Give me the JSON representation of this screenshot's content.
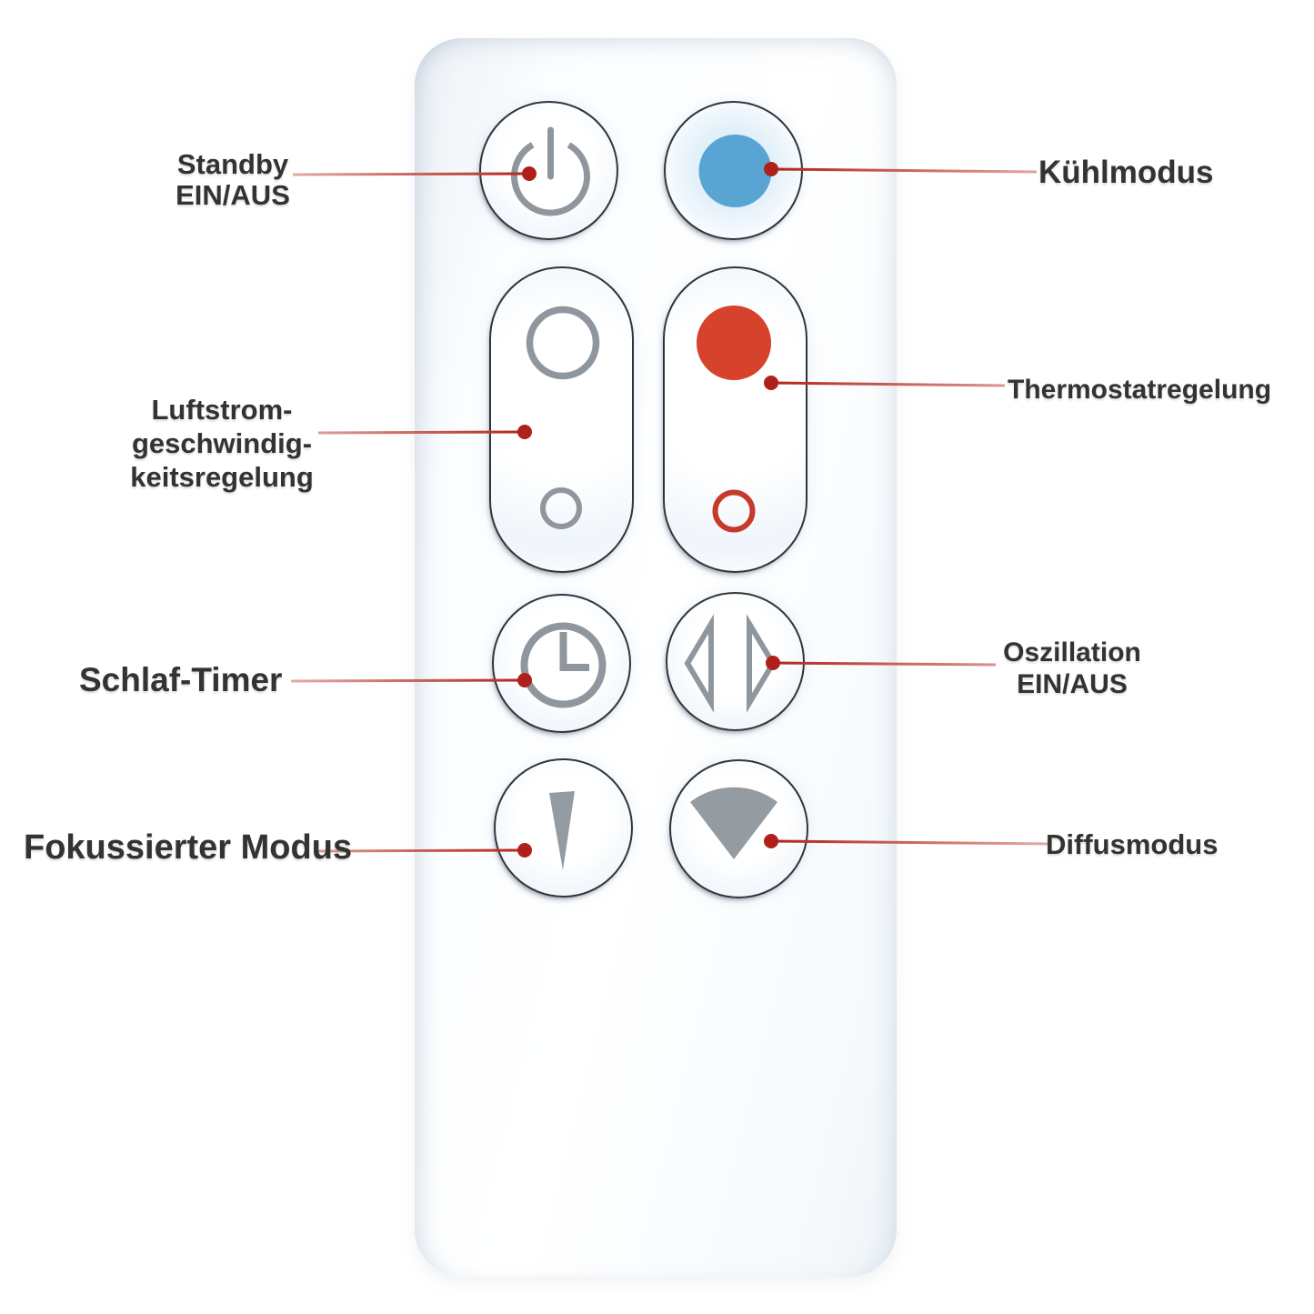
{
  "callouts": {
    "standby": {
      "line1": "Standby",
      "line2": "EIN/AUS"
    },
    "cool_mode": {
      "text": "Kühlmodus"
    },
    "airflow_speed": {
      "line1": "Luftstrom-",
      "line2": "geschwindig-",
      "line3": "keitsregelung"
    },
    "thermostat": {
      "text": "Thermostatregelung"
    },
    "sleep_timer": {
      "text": "Schlaf-Timer"
    },
    "oscillation": {
      "line1": "Oszillation",
      "line2": "EIN/AUS"
    },
    "focused_mode": {
      "text": "Fokussierter Modus"
    },
    "diffuse_mode": {
      "text": "Diffusmodus"
    }
  },
  "buttons": [
    {
      "id": "power",
      "icon": "power-icon"
    },
    {
      "id": "cool-mode",
      "icon": "blue-dot-icon"
    },
    {
      "id": "airflow-speed",
      "icon": "airflow-rings-icon"
    },
    {
      "id": "thermostat",
      "icon": "heat-dot-icon"
    },
    {
      "id": "sleep-timer",
      "icon": "clock-icon"
    },
    {
      "id": "oscillation",
      "icon": "oscillation-arrows-icon"
    },
    {
      "id": "focused-mode",
      "icon": "narrow-jet-icon"
    },
    {
      "id": "diffuse-mode",
      "icon": "wide-fan-icon"
    }
  ],
  "colors": {
    "label_text": "#333333",
    "leader_dark": "#b22318",
    "leader_light": "#e2aca3",
    "dot_red": "#b0201a",
    "cool_blue": "#58a5d3",
    "heat_red": "#d6422c",
    "ring_red": "#c53a2b",
    "icon_gray": "#8f969d",
    "icon_gray_fill": "#949ba1",
    "outline_dark": "#313539"
  }
}
